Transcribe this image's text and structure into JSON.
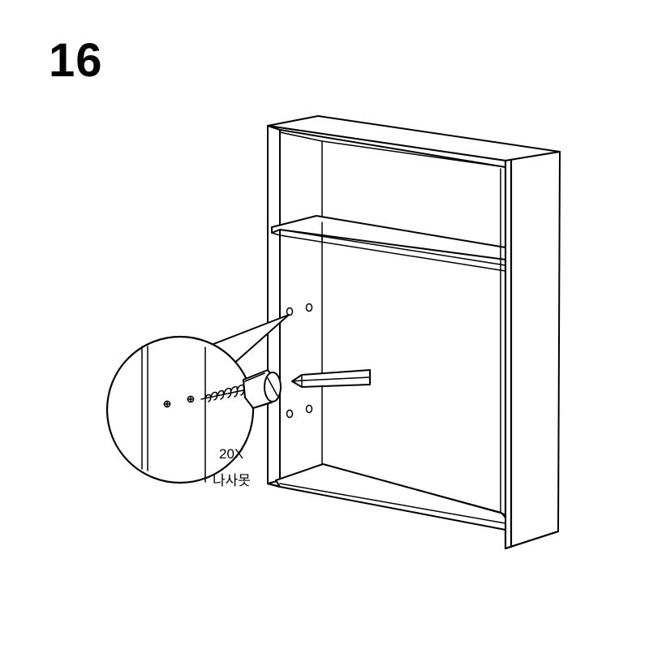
{
  "step": {
    "number": "16"
  },
  "callout": {
    "quantity": "20X",
    "part_name": "나사못"
  },
  "icons": {
    "screw": "screw-icon",
    "screwdriver": "screwdriver-icon",
    "magnifier": "detail-magnifier-icon"
  }
}
